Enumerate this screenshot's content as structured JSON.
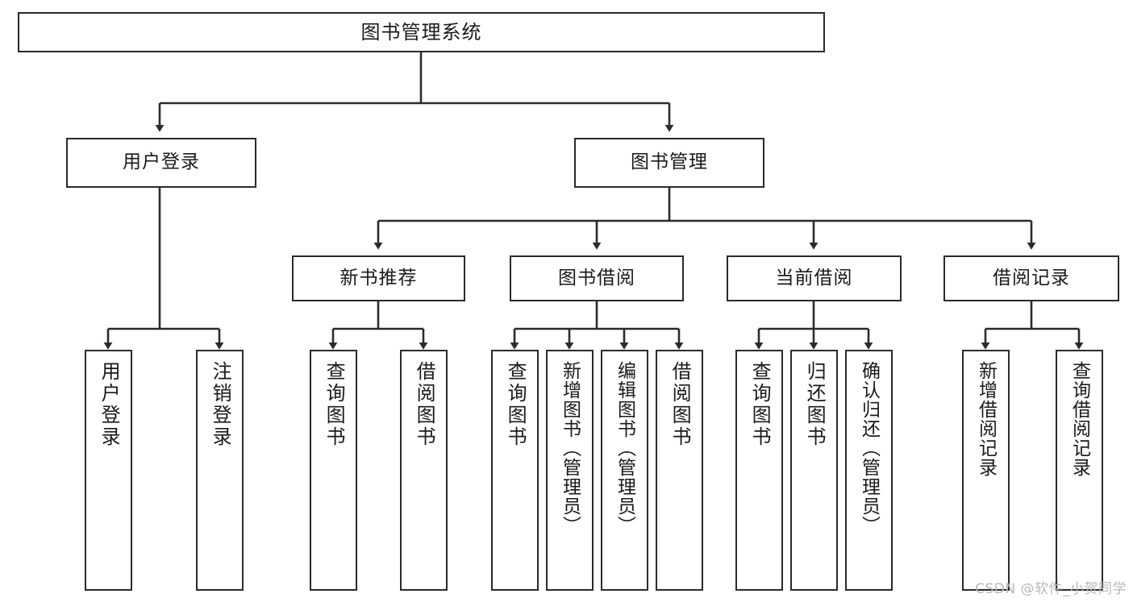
{
  "diagram": {
    "title": "图书管理系统",
    "type": "tree",
    "orientation": "top-down",
    "colors": {
      "box_stroke": "#2b2b2b",
      "box_fill": "#ffffff",
      "edge": "#2b2b2b",
      "text": "#1a1a1a",
      "watermark": "#b9b9b9",
      "background": "#ffffff"
    }
  },
  "watermark": {
    "text": "CSDN @软件_小贺同学"
  },
  "nodes": {
    "root": {
      "id": "n0",
      "label": "图书管理系统",
      "level": 0,
      "orientation": "horizontal"
    },
    "level1": [
      {
        "id": "n1",
        "label": "用户登录",
        "level": 1,
        "orientation": "horizontal",
        "parent": "n0"
      },
      {
        "id": "n2",
        "label": "图书管理",
        "level": 1,
        "orientation": "horizontal",
        "parent": "n0"
      }
    ],
    "level2": [
      {
        "id": "n3",
        "label": "新书推荐",
        "level": 2,
        "orientation": "horizontal",
        "parent": "n2"
      },
      {
        "id": "n4",
        "label": "图书借阅",
        "level": 2,
        "orientation": "horizontal",
        "parent": "n2"
      },
      {
        "id": "n5",
        "label": "当前借阅",
        "level": 2,
        "orientation": "horizontal",
        "parent": "n2"
      },
      {
        "id": "n6",
        "label": "借阅记录",
        "level": 2,
        "orientation": "horizontal",
        "parent": "n2"
      }
    ],
    "leaves": [
      {
        "id": "l1",
        "label": "用户登录",
        "parent": "n1",
        "orientation": "vertical"
      },
      {
        "id": "l2",
        "label": "注销登录",
        "parent": "n1",
        "orientation": "vertical"
      },
      {
        "id": "l3",
        "label": "查询图书",
        "parent": "n3",
        "orientation": "vertical"
      },
      {
        "id": "l4",
        "label": "借阅图书",
        "parent": "n3",
        "orientation": "vertical"
      },
      {
        "id": "l5",
        "label": "查询图书",
        "parent": "n4",
        "orientation": "vertical"
      },
      {
        "id": "l6",
        "label": "新增图书（管理员）",
        "parent": "n4",
        "orientation": "vertical"
      },
      {
        "id": "l7",
        "label": "编辑图书（管理员）",
        "parent": "n4",
        "orientation": "vertical"
      },
      {
        "id": "l8",
        "label": "借阅图书",
        "parent": "n4",
        "orientation": "vertical"
      },
      {
        "id": "l9",
        "label": "查询图书",
        "parent": "n5",
        "orientation": "vertical"
      },
      {
        "id": "l10",
        "label": "归还图书",
        "parent": "n5",
        "orientation": "vertical"
      },
      {
        "id": "l11",
        "label": "确认归还（管理员）",
        "parent": "n5",
        "orientation": "vertical"
      },
      {
        "id": "l12",
        "label": "新增借阅记录",
        "parent": "n6",
        "orientation": "vertical"
      },
      {
        "id": "l13",
        "label": "查询借阅记录",
        "parent": "n6",
        "orientation": "vertical"
      }
    ]
  }
}
